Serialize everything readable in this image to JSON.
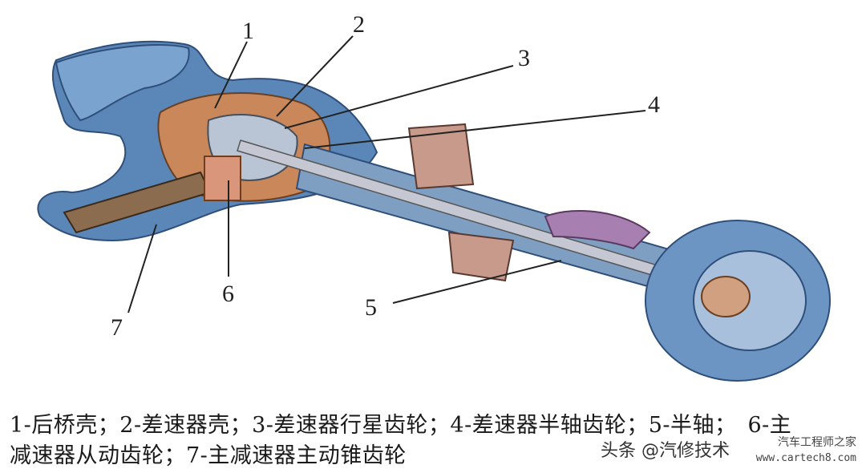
{
  "labels": [
    "1",
    "2",
    "3",
    "4",
    "5",
    "6",
    "7"
  ],
  "caption": {
    "line1": "1-后桥壳；2-差速器壳；3-差速器行星齿轮；4-差速器半轴齿轮；5-半轴；　6-主",
    "line2": "减速器从动齿轮；7-主减速器主动锥齿轮"
  },
  "watermark": {
    "source": "头条 @汽修技术",
    "site_name": "汽车工程师之家",
    "url": "www.cartech8.com"
  },
  "colors": {
    "housing": "#5b86b8",
    "copper": "#c9875a",
    "shaft": "#9a9aa8",
    "purple": "#a77fb0"
  }
}
